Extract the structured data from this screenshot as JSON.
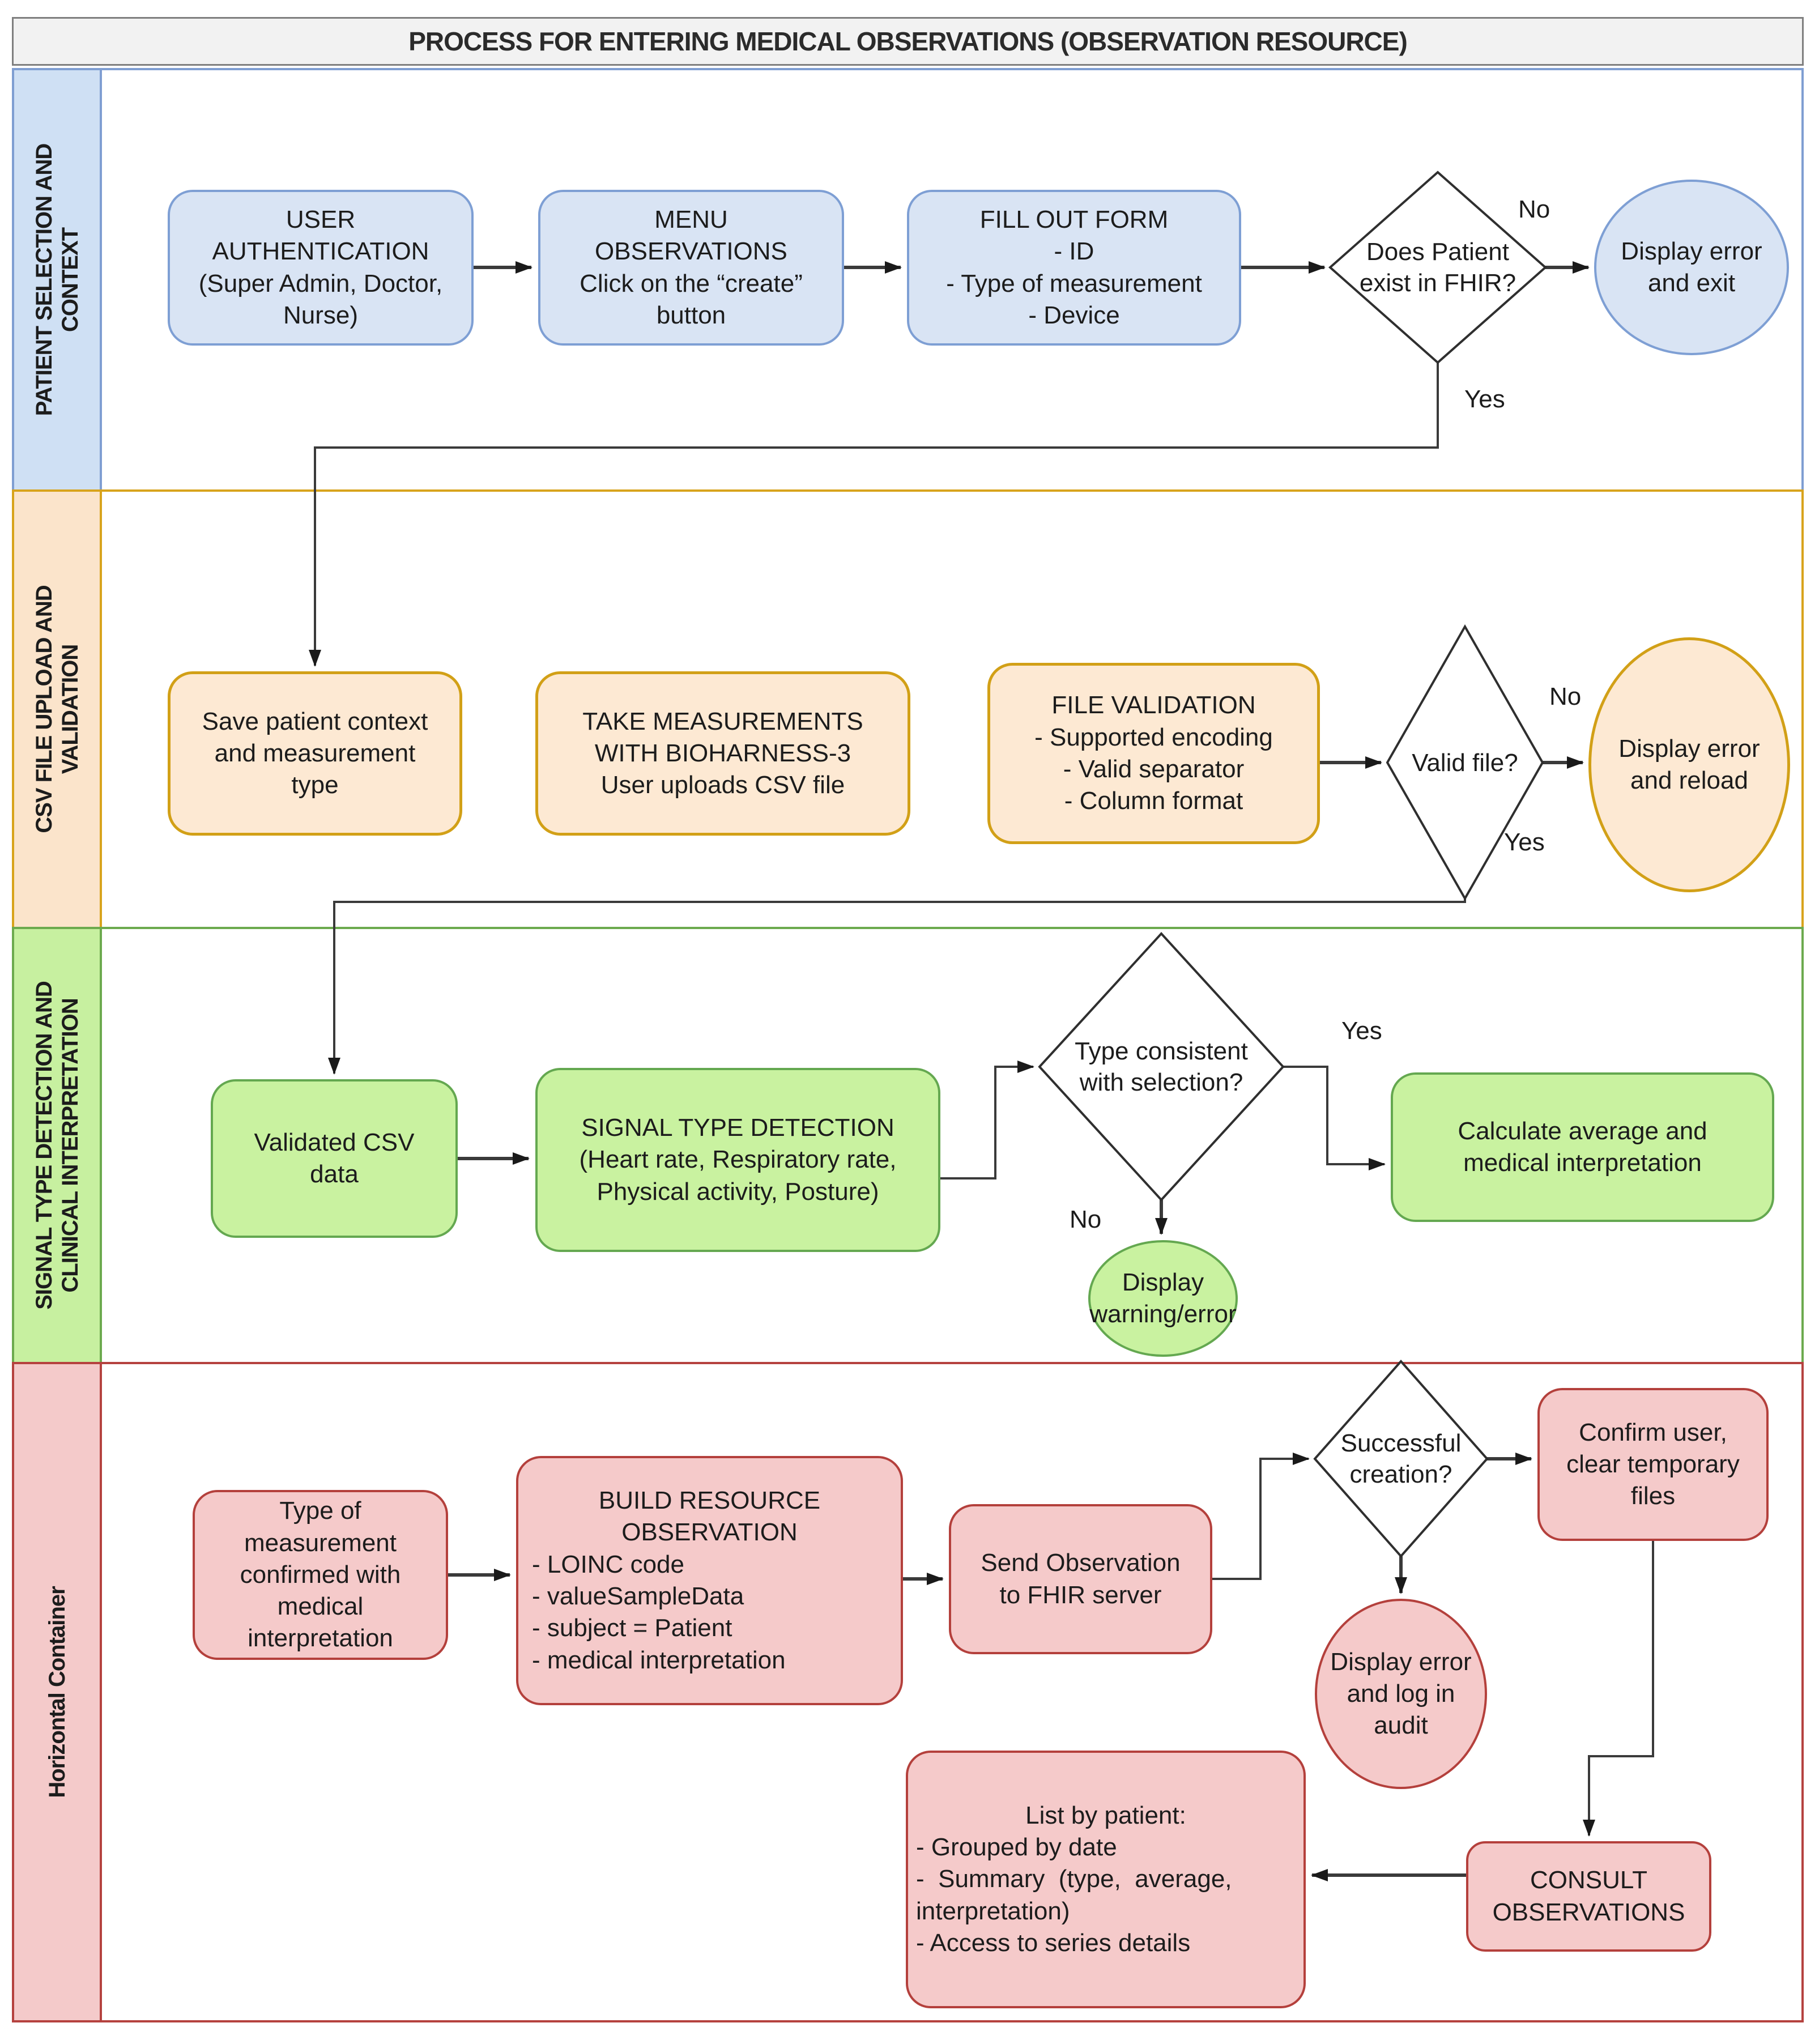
{
  "header": {
    "title": "PROCESS FOR ENTERING MEDICAL OBSERVATIONS (OBSERVATION RESOURCE)"
  },
  "lanes": [
    {
      "label": "PATIENT SELECTION AND\nCONTEXT",
      "color_fill": "#cfe0f4",
      "color_border": "#7f9ed2"
    },
    {
      "label": "CSV FILE UPLOAD AND\nVALIDATION",
      "color_fill": "#fbe4cb",
      "color_border": "#d8a31c"
    },
    {
      "label": "SIGNAL TYPE DETECTION AND\nCLINICAL INTERPRETATION",
      "color_fill": "#c7f0a0",
      "color_border": "#6caa4e"
    },
    {
      "label": "Horizontal Container",
      "color_fill": "#f4caca",
      "color_border": "#b5423f"
    }
  ],
  "nodes": {
    "user_auth": "USER\nAUTHENTICATION\n(Super Admin, Doctor,\nNurse)",
    "menu_observations": "MENU\nOBSERVATIONS\nClick on the “create”\nbutton",
    "fill_out_form": "FILL OUT FORM\n- ID\n- Type of measurement\n- Device",
    "patient_exists_decision": "Does Patient\nexist in FHIR?",
    "display_error_exit": "Display error\nand exit",
    "save_patient_context": "Save patient context\nand measurement\ntype",
    "take_measurements": "TAKE MEASUREMENTS\nWITH BIOHARNESS-3\nUser uploads CSV file",
    "file_validation": "FILE VALIDATION\n- Supported encoding\n- Valid separator\n- Column format",
    "valid_file_decision": "Valid file?",
    "display_error_reload": "Display error\nand reload",
    "validated_csv": "Validated CSV\ndata",
    "signal_type_detection": "SIGNAL TYPE DETECTION\n(Heart rate, Respiratory rate,\nPhysical activity, Posture)",
    "type_consistent_decision": "Type consistent\nwith selection?",
    "display_warning_error": "Display\nwarning/error",
    "calculate_average": "Calculate average and\nmedical interpretation",
    "type_confirmed": "Type of\nmeasurement\nconfirmed with\nmedical\ninterpretation",
    "build_resource_title": "BUILD RESOURCE\nOBSERVATION",
    "build_resource_body": "- LOINC code\n- valueSampleData\n- subject = Patient\n- medical interpretation",
    "send_observation": "Send Observation\nto FHIR server",
    "successful_creation_decision": "Successful\ncreation?",
    "confirm_user": "Confirm user,\nclear temporary\nfiles",
    "display_error_audit": "Display error\nand log in\naudit",
    "consult_observations": "CONSULT\nOBSERVATIONS",
    "list_by_patient_title": "List by patient:",
    "list_by_patient_body": "- Grouped by date\n-  Summary  (type,  average,\ninterpretation)\n- Access to series details"
  },
  "edge_labels": {
    "d1_no": "No",
    "d1_yes": "Yes",
    "d2_no": "No",
    "d2_yes": "Yes",
    "d3_yes": "Yes",
    "d3_no": "No"
  }
}
